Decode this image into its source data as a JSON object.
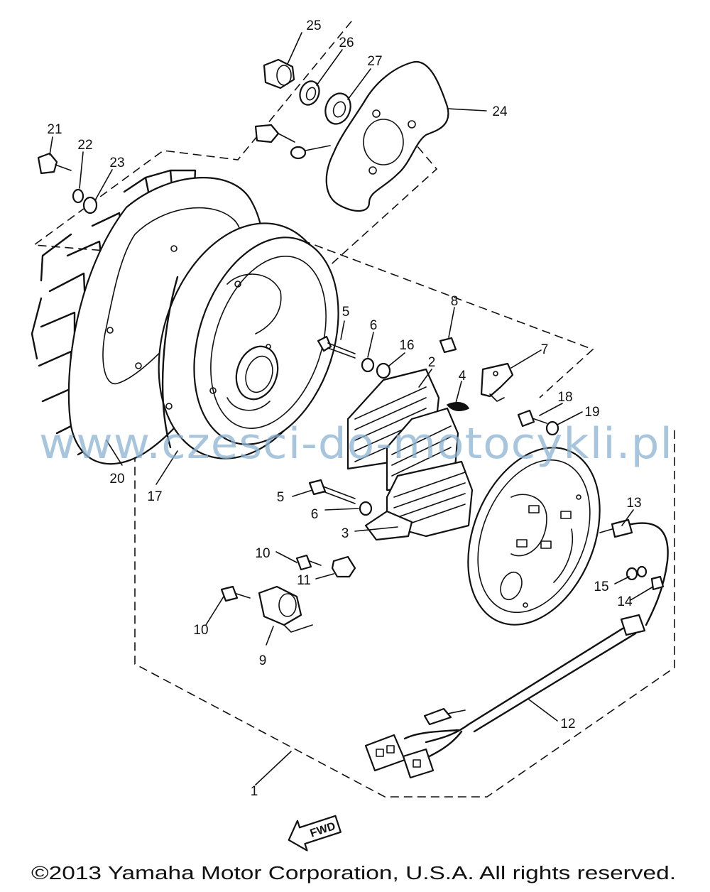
{
  "callouts": {
    "c1": "1",
    "c2": "2",
    "c3": "3",
    "c4": "4",
    "c5a": "5",
    "c5b": "5",
    "c6a": "6",
    "c6b": "6",
    "c7": "7",
    "c8": "8",
    "c9": "9",
    "c10a": "10",
    "c10b": "10",
    "c11": "11",
    "c12": "12",
    "c13": "13",
    "c14": "14",
    "c15": "15",
    "c16": "16",
    "c17": "17",
    "c18": "18",
    "c19": "19",
    "c20": "20",
    "c21": "21",
    "c22": "22",
    "c23": "23",
    "c24": "24",
    "c25": "25",
    "c26": "26",
    "c27": "27"
  },
  "fwd_marker": "FWD",
  "watermark": "www.czesci-do-motocykli.pl",
  "copyright": "©2013 Yamaha Motor Corporation, U.S.A. All rights reserved.",
  "colors": {
    "line": "#111111",
    "watermark": "#8ab3d3",
    "background": "#ffffff"
  }
}
